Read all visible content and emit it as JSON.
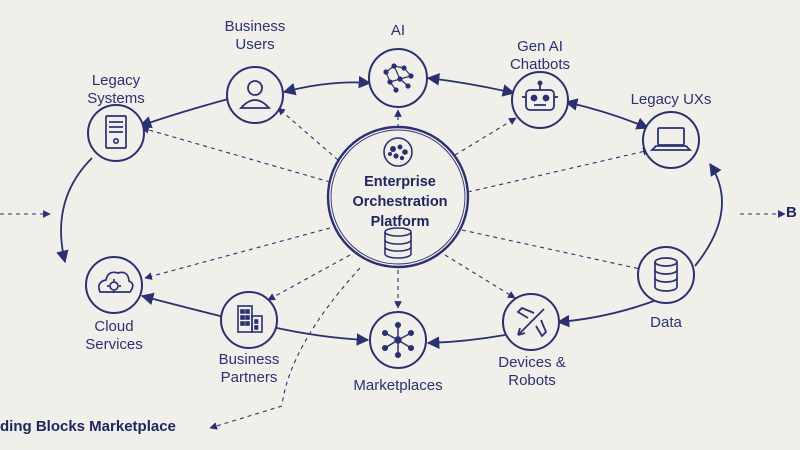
{
  "hub": {
    "title_lines": [
      "Enterprise",
      "Orchestration",
      "Platform"
    ],
    "icons": [
      "brain-cluster-icon",
      "database-icon"
    ]
  },
  "nodes": [
    {
      "id": "business-users",
      "label_lines": [
        "Business",
        "Users"
      ],
      "icon": "user-icon"
    },
    {
      "id": "ai",
      "label_lines": [
        "AI"
      ],
      "icon": "neural-brain-icon"
    },
    {
      "id": "gen-ai-chatbots",
      "label_lines": [
        "Gen AI",
        "Chatbots"
      ],
      "icon": "robot-icon"
    },
    {
      "id": "legacy-uxs",
      "label_lines": [
        "Legacy UXs"
      ],
      "icon": "laptop-icon"
    },
    {
      "id": "data",
      "label_lines": [
        "Data"
      ],
      "icon": "database-icon"
    },
    {
      "id": "devices-robots",
      "label_lines": [
        "Devices &",
        "Robots"
      ],
      "icon": "airplane-icon"
    },
    {
      "id": "marketplaces",
      "label_lines": [
        "Marketplaces"
      ],
      "icon": "network-hub-icon"
    },
    {
      "id": "business-partners",
      "label_lines": [
        "Business",
        "Partners"
      ],
      "icon": "building-icon"
    },
    {
      "id": "cloud-services",
      "label_lines": [
        "Cloud",
        "Services"
      ],
      "icon": "cloud-gear-icon"
    },
    {
      "id": "legacy-systems",
      "label_lines": [
        "Legacy",
        "Systems"
      ],
      "icon": "server-icon"
    }
  ],
  "edge_texts": {
    "bottom_left": "ding Blocks Marketplace",
    "right": "B"
  },
  "colors": {
    "ink": "#2b3170",
    "paper": "#f1efea"
  }
}
